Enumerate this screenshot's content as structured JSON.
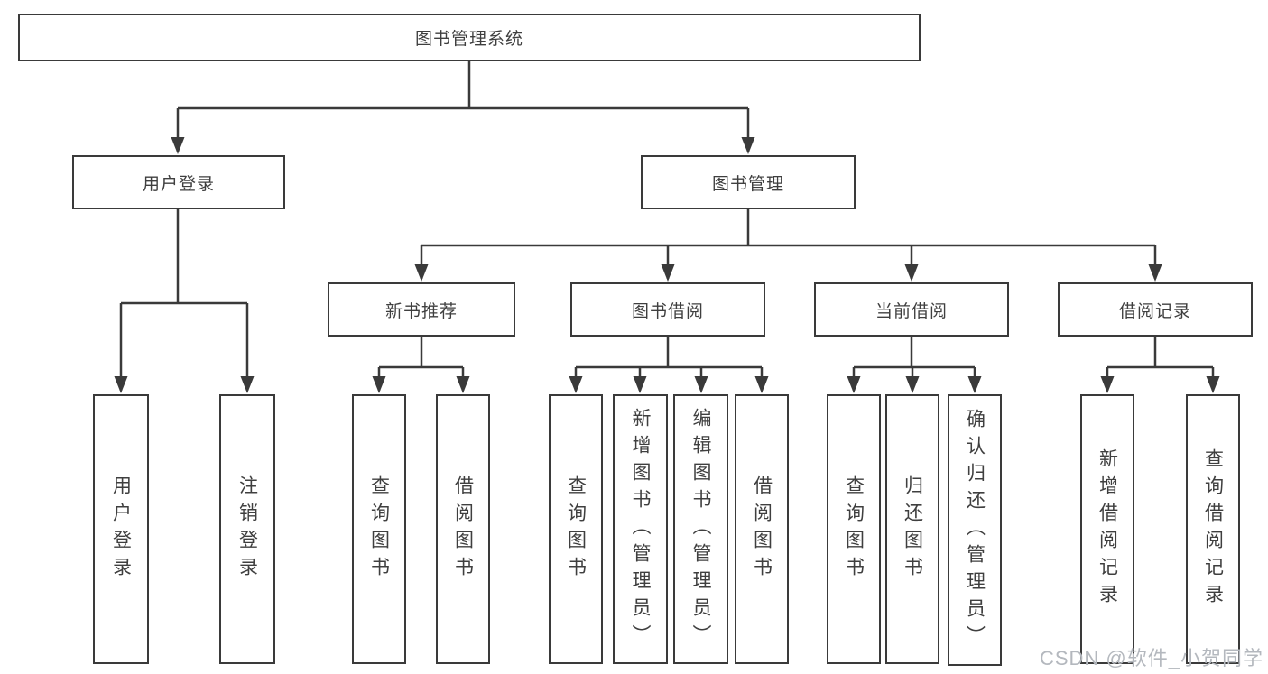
{
  "diagram": {
    "root": {
      "label": "图书管理系统"
    },
    "level2": {
      "user_login": {
        "label": "用户登录"
      },
      "book_mgmt": {
        "label": "图书管理"
      }
    },
    "level3": {
      "new_books": {
        "label": "新书推荐"
      },
      "book_borrow": {
        "label": "图书借阅"
      },
      "current_borrow": {
        "label": "当前借阅"
      },
      "borrow_records": {
        "label": "借阅记录"
      }
    },
    "leaves": {
      "user": [
        "用户登录",
        "注销登录"
      ],
      "recommend": [
        "查询图书",
        "借阅图书"
      ],
      "borrow": [
        "查询图书",
        "新增图书（管理员）",
        "编辑图书（管理员）",
        "借阅图书"
      ],
      "current": [
        "查询图书",
        "归还图书",
        "确认归还（管理员）"
      ],
      "records": [
        "新增借阅记录",
        "查询借阅记录"
      ]
    }
  },
  "watermark": "CSDN @软件_小贺同学",
  "colors": {
    "line": "#3a3a3a",
    "box_border": "#3a3a3a",
    "text": "#3f3f3f",
    "watermark": "#b4b8be",
    "background": "#ffffff"
  }
}
